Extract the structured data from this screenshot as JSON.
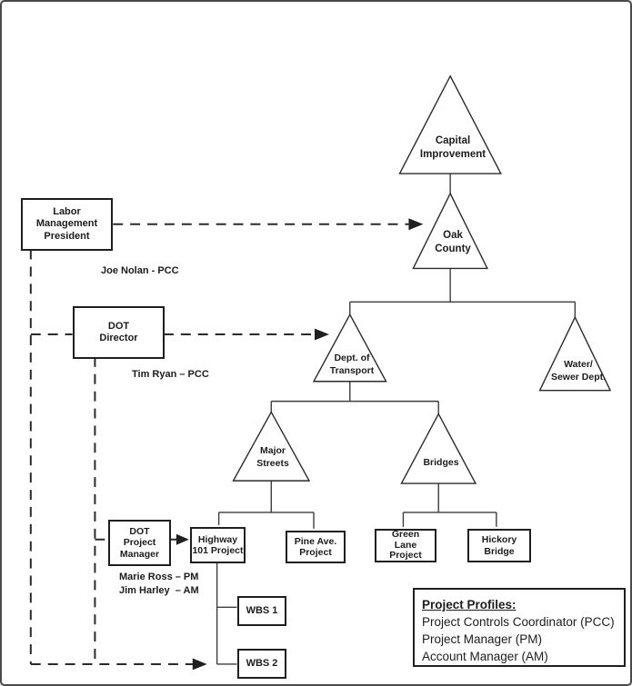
{
  "diagram": {
    "colors": {
      "background": "#ffffff",
      "line": "#3c3c3c",
      "shape_stroke": "#2a2a2a",
      "text": "#1c1c1c"
    },
    "triangles": {
      "capital_improvement": {
        "label": "Capital\nImprovement"
      },
      "oak_county": {
        "label": "Oak\nCounty"
      },
      "dept_of_transport": {
        "label": "Dept. of\nTransport"
      },
      "water_sewer_dept": {
        "label": "Water/\nSewer Dept."
      },
      "major_streets": {
        "label": "Major\nStreets"
      },
      "bridges": {
        "label": "Bridges"
      }
    },
    "boxes": {
      "labor_management_president": {
        "label": "Labor\nManagement\nPresident"
      },
      "dot_director": {
        "label": "DOT\nDirector"
      },
      "dot_project_manager": {
        "label": "DOT\nProject\nManager"
      },
      "highway_101_project": {
        "label": "Highway\n101 Project"
      },
      "pine_ave_project": {
        "label": "Pine Ave.\nProject"
      },
      "green_lane_project": {
        "label": "Green\nLane\nProject"
      },
      "hickory_bridge": {
        "label": "Hickory\nBridge"
      },
      "wbs_1": {
        "label": "WBS 1"
      },
      "wbs_2": {
        "label": "WBS 2"
      }
    },
    "annotations": {
      "joe_nolan": "Joe Nolan - PCC",
      "tim_ryan": "Tim Ryan – PCC",
      "marie_and_jim": "Marie Ross – PM\nJim Harley  – AM"
    },
    "legend": {
      "title": "Project Profiles:",
      "items": [
        "Project Controls Coordinator (PCC)",
        "Project Manager (PM)",
        "Account Manager (AM)"
      ]
    }
  }
}
